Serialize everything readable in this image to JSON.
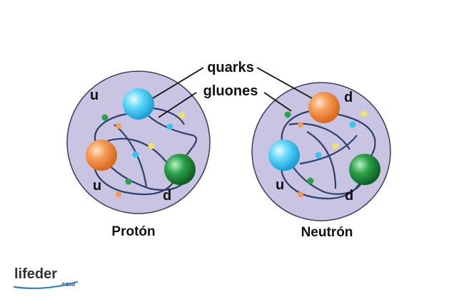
{
  "labels": {
    "quarks": "quarks",
    "gluones": "gluones",
    "proton": "Protón",
    "neutron": "Neutrón"
  },
  "proton": {
    "quark_labels": [
      "u",
      "u",
      "d"
    ],
    "quark_colors": [
      "#39c4ef",
      "#f08a3c",
      "#1f8f3a"
    ]
  },
  "neutron": {
    "quark_labels": [
      "d",
      "u",
      "d"
    ],
    "quark_colors": [
      "#f08a3c",
      "#39c4ef",
      "#1f8f3a"
    ]
  },
  "colors": {
    "nucleon_fill": "#c9c4e2",
    "nucleon_stroke": "#3a3a5c",
    "gluon_line": "#2e3f6e",
    "leader_line": "#111111"
  },
  "logo": {
    "name": "lifeder",
    "domain": ".com"
  }
}
